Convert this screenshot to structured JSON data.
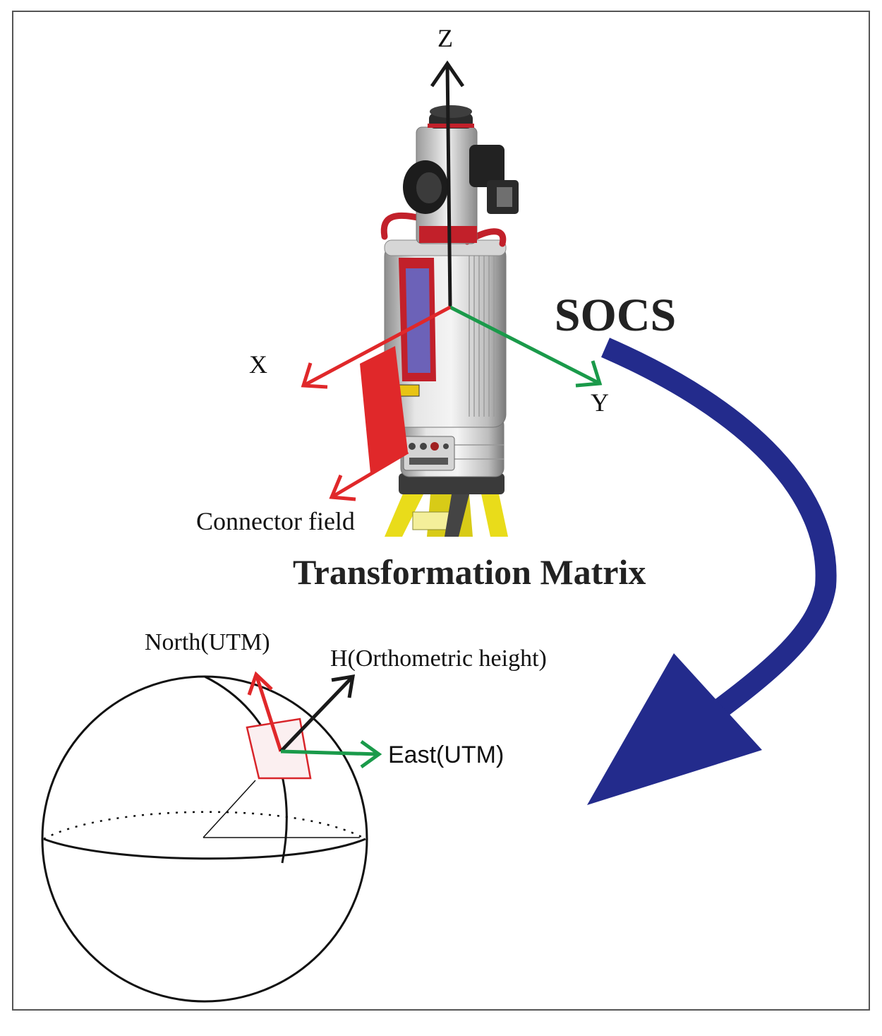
{
  "labels": {
    "z_axis": "Z",
    "x_axis": "X",
    "y_axis": "Y",
    "socs": "SOCS",
    "connector_field": "Connector field",
    "transformation_matrix": "Transformation Matrix",
    "north": "North(UTM)",
    "height": "H(Orthometric height)",
    "east": "East(UTM)"
  },
  "colors": {
    "frame": "#555555",
    "axis_dark": "#1a1a1a",
    "axis_red": "#e0282a",
    "axis_green": "#1a9a4a",
    "transform_arrow": "#232b8c",
    "scanner_body": "#c9c9c9",
    "tripod": "#f2e51c"
  }
}
